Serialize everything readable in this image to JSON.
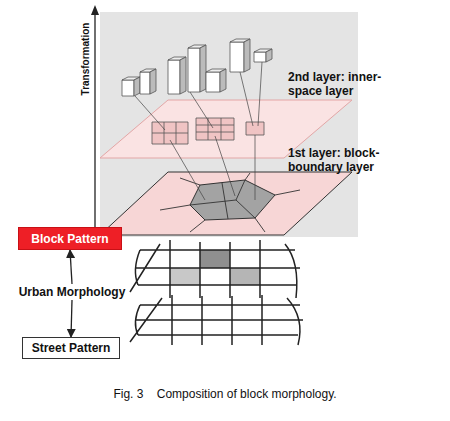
{
  "diagram": {
    "caption": "Fig. 3    Composition of block morphology.",
    "nodes": [
      {
        "text": [
          "Block Pattern"
        ]
      },
      {
        "text": [
          "Urban Morphology"
        ]
      },
      {
        "text": [
          "Street Pattern"
        ]
      }
    ],
    "edges": [
      {
        "from": 1,
        "to": 0,
        "arrow": "to"
      },
      {
        "from": 1,
        "to": 2,
        "arrow": "to"
      }
    ],
    "labels": [
      "Transformation",
      "2nd layer: inner-space layer",
      "1st layer: block-boundary layer"
    ]
  }
}
